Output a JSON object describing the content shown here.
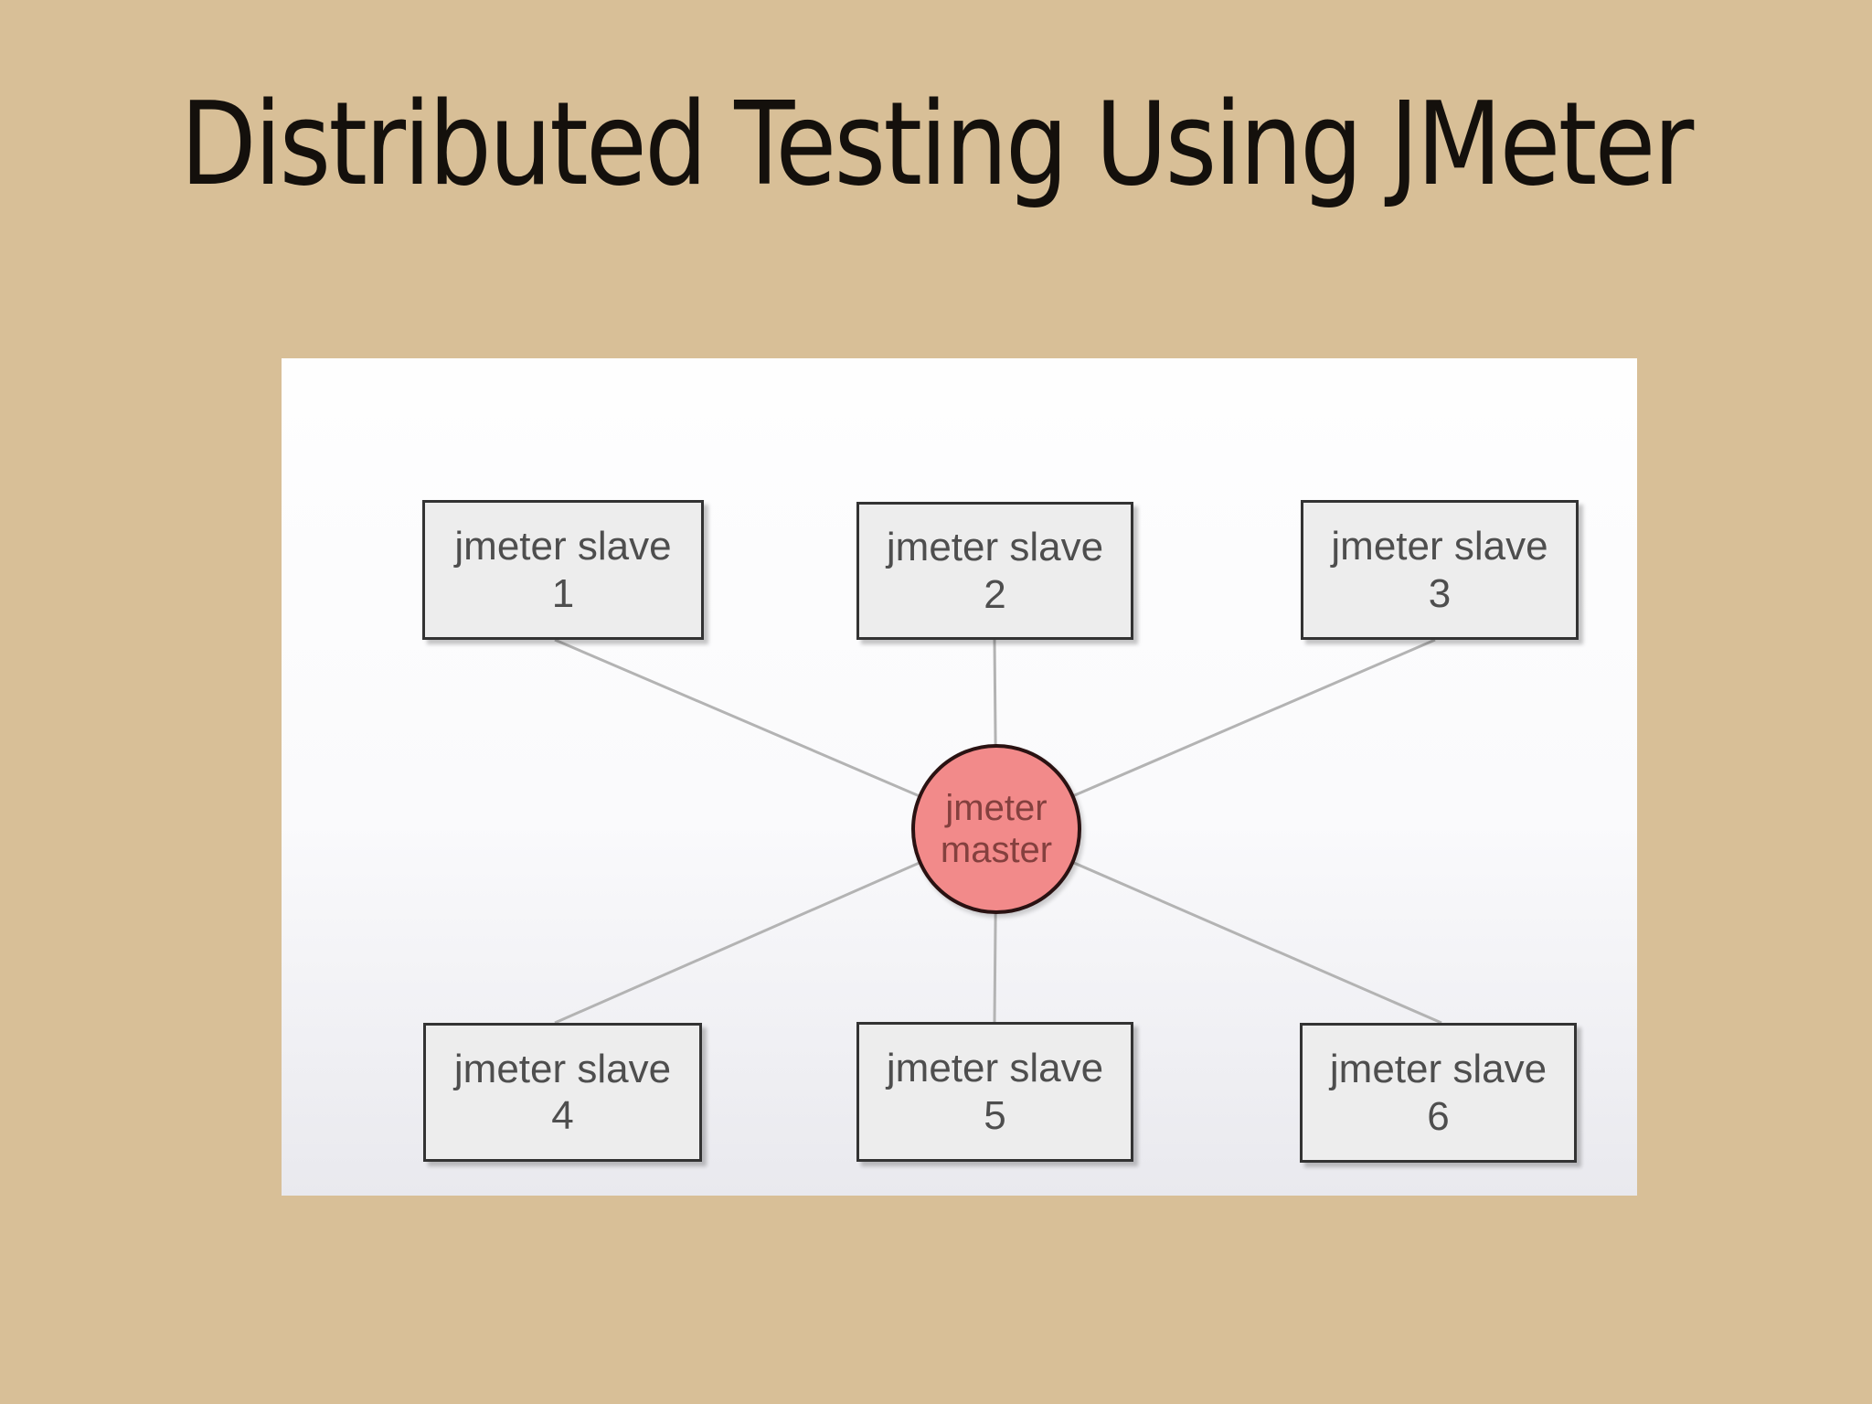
{
  "slide": {
    "title": "Distributed Testing Using JMeter"
  },
  "diagram": {
    "master": {
      "line1": "jmeter",
      "line2": "master"
    },
    "slaves": [
      {
        "label": "jmeter slave",
        "number": "1"
      },
      {
        "label": "jmeter slave",
        "number": "2"
      },
      {
        "label": "jmeter slave",
        "number": "3"
      },
      {
        "label": "jmeter slave",
        "number": "4"
      },
      {
        "label": "jmeter slave",
        "number": "5"
      },
      {
        "label": "jmeter slave",
        "number": "6"
      }
    ],
    "colors": {
      "background": "#d8bf97",
      "title_text": "#14100c",
      "panel_top": "#fefefe",
      "panel_bottom": "#e9e9ee",
      "box_fill": "#ededed",
      "box_border": "#333333",
      "box_text": "#4e4e4e",
      "master_fill": "#f28a8a",
      "master_border": "#2a1212",
      "master_text": "#84403e",
      "line_color": "#b3b3b3"
    }
  }
}
